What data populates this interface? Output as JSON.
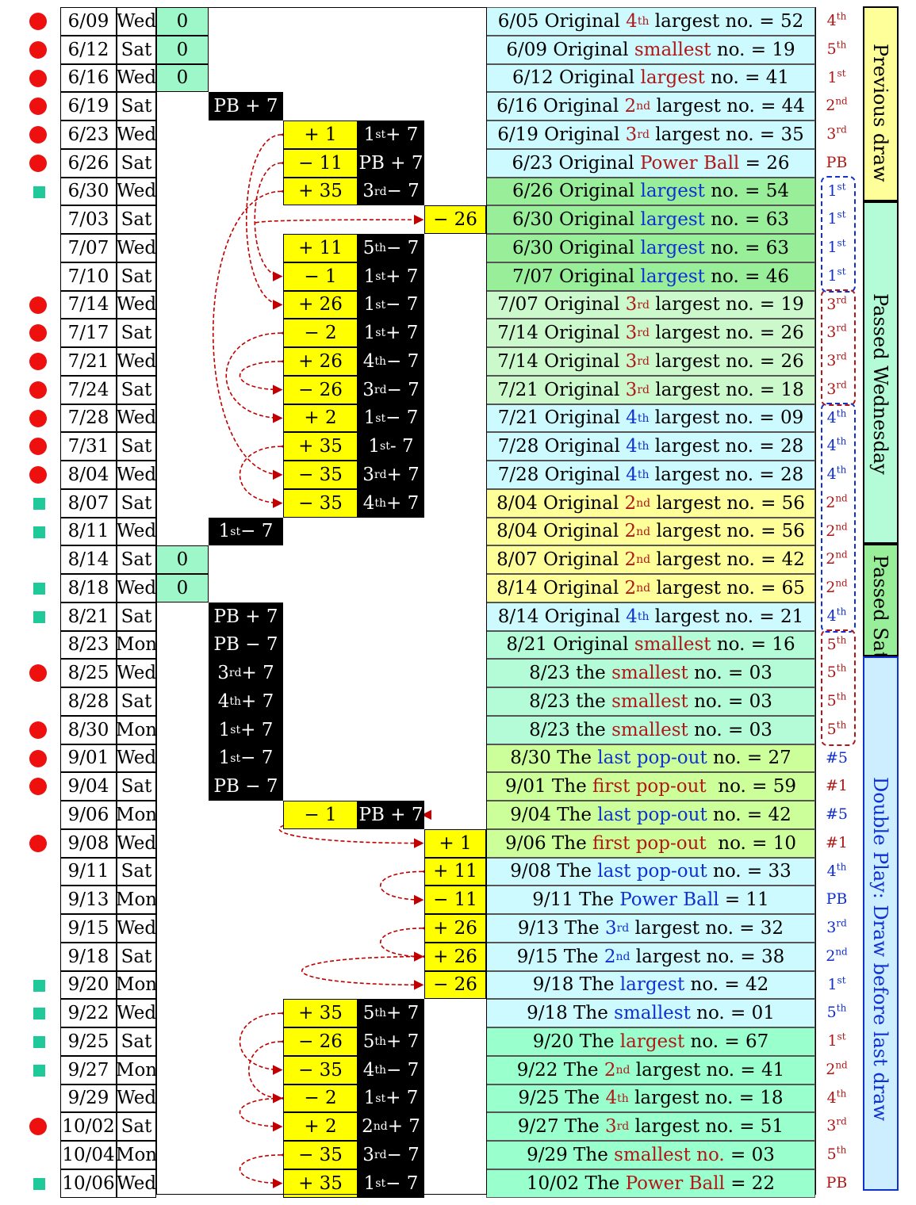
{
  "rows": [
    {
      "date": "6/09",
      "day": "Wed",
      "mark": "dot",
      "zero": "0",
      "desc": [
        {
          "t": "6/05 Original "
        },
        {
          "t": "4",
          "c": "red"
        },
        {
          "s": "th",
          "c": "red"
        },
        {
          "t": " largest no. = 52"
        }
      ],
      "bg": "#ccfaff",
      "right": {
        "t": "4",
        "s": "th",
        "c": "red"
      }
    },
    {
      "date": "6/12",
      "day": "Sat",
      "mark": "dot",
      "zero": "0",
      "desc": [
        {
          "t": "6/09 Original "
        },
        {
          "t": "smallest",
          "c": "red"
        },
        {
          "t": " no. = 19"
        }
      ],
      "bg": "#ccfaff",
      "right": {
        "t": "5",
        "s": "th",
        "c": "red"
      }
    },
    {
      "date": "6/16",
      "day": "Wed",
      "mark": "dot",
      "zero": "0",
      "desc": [
        {
          "t": "6/12 Original "
        },
        {
          "t": "largest",
          "c": "red"
        },
        {
          "t": " no. = 41"
        }
      ],
      "bg": "#ccfaff",
      "right": {
        "t": "1",
        "s": "st",
        "c": "red"
      }
    },
    {
      "date": "6/19",
      "day": "Sat",
      "mark": "dot",
      "col2": "PB + 7",
      "desc": [
        {
          "t": "6/16 Original "
        },
        {
          "t": "2",
          "c": "red"
        },
        {
          "s": "nd",
          "c": "red"
        },
        {
          "t": " largest no. = 44"
        }
      ],
      "bg": "#ccfaff",
      "right": {
        "t": "2",
        "s": "nd",
        "c": "red"
      }
    },
    {
      "date": "6/23",
      "day": "Wed",
      "mark": "dot",
      "y": "+ 1",
      "b": {
        "t": "1",
        "s": "st",
        "r": " + 7"
      },
      "desc": [
        {
          "t": "6/19 Original "
        },
        {
          "t": "3",
          "c": "red"
        },
        {
          "s": "rd",
          "c": "red"
        },
        {
          "t": " largest no. = 35"
        }
      ],
      "bg": "#ccfaff",
      "right": {
        "t": "3",
        "s": "rd",
        "c": "red"
      }
    },
    {
      "date": "6/26",
      "day": "Sat",
      "mark": "dot",
      "y": "− 11",
      "b": {
        "t": "PB + 7"
      },
      "desc": [
        {
          "t": "6/23 Original "
        },
        {
          "t": "Power Ball",
          "c": "red"
        },
        {
          "t": " = 26"
        }
      ],
      "bg": "#ccfaff",
      "right": {
        "t": "PB",
        "c": "red"
      }
    },
    {
      "date": "6/30",
      "day": "Wed",
      "mark": "sq",
      "y": "+ 35",
      "b": {
        "t": "3",
        "s": "rd",
        "r": " − 7"
      },
      "desc": [
        {
          "t": "6/26 Original "
        },
        {
          "t": "largest",
          "c": "blu"
        },
        {
          "t": " no. = 54"
        }
      ],
      "bg": "#99ee99",
      "right": {
        "t": "1",
        "s": "st",
        "c": "blu"
      }
    },
    {
      "date": "7/03",
      "day": "Sat",
      "mark": "",
      "c3": "− 26",
      "desc": [
        {
          "t": "6/30 Original "
        },
        {
          "t": "largest",
          "c": "blu"
        },
        {
          "t": " no. = 63"
        }
      ],
      "bg": "#99ee99",
      "right": {
        "t": "1",
        "s": "st",
        "c": "blu"
      }
    },
    {
      "date": "7/07",
      "day": "Wed",
      "mark": "",
      "y": "+ 11",
      "b": {
        "t": "5",
        "s": "th",
        "r": " − 7"
      },
      "desc": [
        {
          "t": "6/30 Original "
        },
        {
          "t": "largest",
          "c": "blu"
        },
        {
          "t": " no. = 63"
        }
      ],
      "bg": "#99ee99",
      "right": {
        "t": "1",
        "s": "st",
        "c": "blu"
      }
    },
    {
      "date": "7/10",
      "day": "Sat",
      "mark": "",
      "y": "− 1",
      "b": {
        "t": "1",
        "s": "st",
        "r": " + 7"
      },
      "desc": [
        {
          "t": "7/07 Original "
        },
        {
          "t": "largest",
          "c": "blu"
        },
        {
          "t": " no. = 46"
        }
      ],
      "bg": "#99ee99",
      "right": {
        "t": "1",
        "s": "st",
        "c": "blu"
      }
    },
    {
      "date": "7/14",
      "day": "Wed",
      "mark": "dot",
      "y": "+ 26",
      "b": {
        "t": "1",
        "s": "st",
        "r": " − 7"
      },
      "desc": [
        {
          "t": "7/07 Original "
        },
        {
          "t": "3",
          "c": "red"
        },
        {
          "s": "rd",
          "c": "red"
        },
        {
          "t": " largest no. = 19"
        }
      ],
      "bg": "#ccf9cc",
      "right": {
        "t": "3",
        "s": "rd",
        "c": "red"
      }
    },
    {
      "date": "7/17",
      "day": "Sat",
      "mark": "dot",
      "y": "−  2",
      "b": {
        "t": "1",
        "s": "st",
        "r": " + 7"
      },
      "desc": [
        {
          "t": "7/14 Original "
        },
        {
          "t": "3",
          "c": "red"
        },
        {
          "s": "rd",
          "c": "red"
        },
        {
          "t": " largest no. = 26"
        }
      ],
      "bg": "#ccf9cc",
      "right": {
        "t": "3",
        "s": "rd",
        "c": "red"
      }
    },
    {
      "date": "7/21",
      "day": "Wed",
      "mark": "dot",
      "y": "+ 26",
      "b": {
        "t": "4",
        "s": "th",
        "r": " − 7"
      },
      "desc": [
        {
          "t": "7/14 Original "
        },
        {
          "t": "3",
          "c": "red"
        },
        {
          "s": "rd",
          "c": "red"
        },
        {
          "t": " largest no. = 26"
        }
      ],
      "bg": "#ccf9cc",
      "right": {
        "t": "3",
        "s": "rd",
        "c": "red"
      }
    },
    {
      "date": "7/24",
      "day": "Sat",
      "mark": "dot",
      "y": "− 26",
      "b": {
        "t": "3",
        "s": "rd",
        "r": " − 7"
      },
      "desc": [
        {
          "t": "7/21 Original "
        },
        {
          "t": "3",
          "c": "red"
        },
        {
          "s": "rd",
          "c": "red"
        },
        {
          "t": " largest no. = 18"
        }
      ],
      "bg": "#ccf9cc",
      "right": {
        "t": "3",
        "s": "rd",
        "c": "red"
      }
    },
    {
      "date": "7/28",
      "day": "Wed",
      "mark": "dot",
      "y": "+ 2",
      "b": {
        "t": "1",
        "s": "st",
        "r": " − 7"
      },
      "desc": [
        {
          "t": "7/21 Original "
        },
        {
          "t": "4",
          "c": "blu"
        },
        {
          "s": "th",
          "c": "blu"
        },
        {
          "t": " largest no. = 09"
        }
      ],
      "bg": "#ccfaff",
      "right": {
        "t": "4",
        "s": "th",
        "c": "blu"
      }
    },
    {
      "date": "7/31",
      "day": "Sat",
      "mark": "dot",
      "y": "+ 35",
      "b": {
        "t": "1",
        "s": "st",
        "r": " - 7"
      },
      "desc": [
        {
          "t": "7/28 Original "
        },
        {
          "t": "4",
          "c": "blu"
        },
        {
          "s": "th",
          "c": "blu"
        },
        {
          "t": " largest no. = 28"
        }
      ],
      "bg": "#ccfaff",
      "right": {
        "t": "4",
        "s": "th",
        "c": "blu"
      }
    },
    {
      "date": "8/04",
      "day": "Wed",
      "mark": "dot",
      "y": "− 35",
      "b": {
        "t": "3",
        "s": "rd",
        "r": " + 7"
      },
      "desc": [
        {
          "t": "7/28 Original "
        },
        {
          "t": "4",
          "c": "blu"
        },
        {
          "s": "th",
          "c": "blu"
        },
        {
          "t": " largest no. = 28"
        }
      ],
      "bg": "#ccfaff",
      "right": {
        "t": "4",
        "s": "th",
        "c": "blu"
      }
    },
    {
      "date": "8/07",
      "day": "Sat",
      "mark": "sq",
      "y": "− 35",
      "b": {
        "t": "4",
        "s": "th",
        "r": " + 7"
      },
      "desc": [
        {
          "t": "8/04 Original "
        },
        {
          "t": "2",
          "c": "red"
        },
        {
          "s": "nd",
          "c": "red"
        },
        {
          "t": " largest no. = 56"
        }
      ],
      "bg": "#ffff99",
      "right": {
        "t": "2",
        "s": "nd",
        "c": "red"
      }
    },
    {
      "date": "8/11",
      "day": "Wed",
      "mark": "sq",
      "col2b": {
        "t": "1",
        "s": "st",
        "r": " − 7"
      },
      "desc": [
        {
          "t": "8/04 Original "
        },
        {
          "t": "2",
          "c": "red"
        },
        {
          "s": "nd",
          "c": "red"
        },
        {
          "t": " largest no. = 56"
        }
      ],
      "bg": "#ffff99",
      "right": {
        "t": "2",
        "s": "nd",
        "c": "red"
      }
    },
    {
      "date": "8/14",
      "day": "Sat",
      "mark": "",
      "zero": "0",
      "desc": [
        {
          "t": "8/07 Original "
        },
        {
          "t": "2",
          "c": "red"
        },
        {
          "s": "nd",
          "c": "red"
        },
        {
          "t": " largest no. = 42"
        }
      ],
      "bg": "#ffff99",
      "right": {
        "t": "2",
        "s": "nd",
        "c": "red"
      }
    },
    {
      "date": "8/18",
      "day": "Wed",
      "mark": "sq",
      "zero": "0",
      "desc": [
        {
          "t": "8/14 Original "
        },
        {
          "t": "2",
          "c": "red"
        },
        {
          "s": "nd",
          "c": "red"
        },
        {
          "t": " largest no. = 65"
        }
      ],
      "bg": "#ffff99",
      "right": {
        "t": "2",
        "s": "nd",
        "c": "red"
      }
    },
    {
      "date": "8/21",
      "day": "Sat",
      "mark": "sq",
      "col2": "PB + 7",
      "desc": [
        {
          "t": "8/14 Original "
        },
        {
          "t": "4",
          "c": "blu"
        },
        {
          "s": "th",
          "c": "blu"
        },
        {
          "t": " largest no. = 21"
        }
      ],
      "bg": "#ccfaff",
      "right": {
        "t": "4",
        "s": "th",
        "c": "blu"
      }
    },
    {
      "date": "8/23",
      "day": "Mon",
      "mark": "",
      "col2": "PB − 7",
      "desc": [
        {
          "t": "8/21 Original "
        },
        {
          "t": "smallest",
          "c": "red"
        },
        {
          "t": " no. = 16"
        }
      ],
      "bg": "#b4fcd7",
      "right": {
        "t": "5",
        "s": "th",
        "c": "red"
      }
    },
    {
      "date": "8/25",
      "day": "Wed",
      "mark": "dot",
      "col2b": {
        "t": "3",
        "s": "rd",
        "r": " + 7"
      },
      "desc": [
        {
          "t": "8/23 the "
        },
        {
          "t": "smallest",
          "c": "red"
        },
        {
          "t": " no. = 03"
        }
      ],
      "bg": "#b4fcd7",
      "right": {
        "t": "5",
        "s": "th",
        "c": "red"
      }
    },
    {
      "date": "8/28",
      "day": "Sat",
      "mark": "",
      "col2b": {
        "t": "4",
        "s": "th",
        "r": " + 7"
      },
      "desc": [
        {
          "t": "8/23 the "
        },
        {
          "t": "smallest",
          "c": "red"
        },
        {
          "t": " no. = 03"
        }
      ],
      "bg": "#b4fcd7",
      "right": {
        "t": "5",
        "s": "th",
        "c": "red"
      }
    },
    {
      "date": "8/30",
      "day": "Mon",
      "mark": "dot",
      "col2b": {
        "t": "1",
        "s": "st",
        "r": " + 7"
      },
      "desc": [
        {
          "t": "8/23 the "
        },
        {
          "t": "smallest",
          "c": "red"
        },
        {
          "t": " no. = 03"
        }
      ],
      "bg": "#b4fcd7",
      "right": {
        "t": "5",
        "s": "th",
        "c": "red"
      }
    },
    {
      "date": "9/01",
      "day": "Wed",
      "mark": "dot",
      "col2b": {
        "t": "1",
        "s": "st",
        "r": " − 7"
      },
      "desc": [
        {
          "t": "8/30 The "
        },
        {
          "t": "last pop-out",
          "c": "blu"
        },
        {
          "t": " no. = 27"
        }
      ],
      "bg": "#ccff99",
      "right": {
        "t": "#5",
        "c": "blu"
      }
    },
    {
      "date": "9/04",
      "day": "Sat",
      "mark": "dot",
      "col2": "PB − 7",
      "desc": [
        {
          "t": "9/01 The "
        },
        {
          "t": "first pop-out",
          "c": "red"
        },
        {
          "t": "  no. = 59"
        }
      ],
      "bg": "#ccff99",
      "right": {
        "t": "#1",
        "c": "red"
      }
    },
    {
      "date": "9/06",
      "day": "Mon",
      "mark": "",
      "y": "− 1",
      "b": {
        "t": "PB + 7"
      },
      "desc": [
        {
          "t": "9/04 The "
        },
        {
          "t": "last pop-out",
          "c": "blu"
        },
        {
          "t": " no. = 42"
        }
      ],
      "bg": "#ccff99",
      "right": {
        "t": "#5",
        "c": "blu"
      }
    },
    {
      "date": "9/08",
      "day": "Wed",
      "mark": "dot",
      "c3": "+ 1",
      "desc": [
        {
          "t": "9/06 The "
        },
        {
          "t": "first pop-out",
          "c": "red"
        },
        {
          "t": "  no. = 10"
        }
      ],
      "bg": "#ccff99",
      "right": {
        "t": "#1",
        "c": "red"
      }
    },
    {
      "date": "9/11",
      "day": "Sat",
      "mark": "",
      "c3": "+ 11",
      "desc": [
        {
          "t": "9/08 The "
        },
        {
          "t": "last pop-out",
          "c": "blu"
        },
        {
          "t": " no. = 33"
        }
      ],
      "bg": "#ccfaff",
      "right": {
        "t": "4",
        "s": "th",
        "c": "blu"
      }
    },
    {
      "date": "9/13",
      "day": "Mon",
      "mark": "",
      "c3": "− 11",
      "desc": [
        {
          "t": "9/11 The "
        },
        {
          "t": "Power Ball",
          "c": "blu"
        },
        {
          "t": " = 11"
        }
      ],
      "bg": "#ccfaff",
      "right": {
        "t": "PB",
        "c": "blu"
      }
    },
    {
      "date": "9/15",
      "day": "Wed",
      "mark": "",
      "c3": "+ 26",
      "desc": [
        {
          "t": "9/13 The "
        },
        {
          "t": "3",
          "c": "blu"
        },
        {
          "s": "rd",
          "c": "blu"
        },
        {
          "t": " largest no. = 32"
        }
      ],
      "bg": "#ccfaff",
      "right": {
        "t": "3",
        "s": "rd",
        "c": "blu"
      }
    },
    {
      "date": "9/18",
      "day": "Sat",
      "mark": "",
      "c3": "+ 26",
      "desc": [
        {
          "t": "9/15 The "
        },
        {
          "t": "2",
          "c": "blu"
        },
        {
          "s": "nd",
          "c": "blu"
        },
        {
          "t": " largest no. = 38"
        }
      ],
      "bg": "#ccfaff",
      "right": {
        "t": "2",
        "s": "nd",
        "c": "blu"
      }
    },
    {
      "date": "9/20",
      "day": "Mon",
      "mark": "sq",
      "c3": "− 26",
      "desc": [
        {
          "t": "9/18 The "
        },
        {
          "t": "largest",
          "c": "blu"
        },
        {
          "t": " no. = 42"
        }
      ],
      "bg": "#ccfaff",
      "right": {
        "t": "1",
        "s": "st",
        "c": "blu"
      }
    },
    {
      "date": "9/22",
      "day": "Wed",
      "mark": "sq",
      "y": "+ 35",
      "b": {
        "t": "5",
        "s": "th",
        "r": " + 7"
      },
      "desc": [
        {
          "t": "9/18 The "
        },
        {
          "t": "smallest",
          "c": "blu"
        },
        {
          "t": " no. = 01"
        }
      ],
      "bg": "#ccfaff",
      "right": {
        "t": "5",
        "s": "th",
        "c": "blu"
      }
    },
    {
      "date": "9/25",
      "day": "Sat",
      "mark": "sq",
      "y": "− 26",
      "b": {
        "t": "5",
        "s": "th",
        "r": " + 7"
      },
      "desc": [
        {
          "t": "9/20 The "
        },
        {
          "t": "largest",
          "c": "red"
        },
        {
          "t": " no. = 67"
        }
      ],
      "bg": "#99ffcc",
      "right": {
        "t": "1",
        "s": "st",
        "c": "red"
      }
    },
    {
      "date": "9/27",
      "day": "Mon",
      "mark": "sq",
      "y": "− 35",
      "b": {
        "t": "4",
        "s": "th",
        "r": " − 7"
      },
      "desc": [
        {
          "t": "9/22 The "
        },
        {
          "t": "2",
          "c": "red"
        },
        {
          "s": "nd",
          "c": "red"
        },
        {
          "t": " largest no. = 41"
        }
      ],
      "bg": "#99ffcc",
      "right": {
        "t": "2",
        "s": "nd",
        "c": "red"
      }
    },
    {
      "date": "9/29",
      "day": "Wed",
      "mark": "",
      "y": "− 2",
      "b": {
        "t": "1",
        "s": "st",
        "r": " + 7"
      },
      "desc": [
        {
          "t": "9/25 The "
        },
        {
          "t": "4",
          "c": "red"
        },
        {
          "s": "th",
          "c": "red"
        },
        {
          "t": " largest no. = 18"
        }
      ],
      "bg": "#99ffcc",
      "right": {
        "t": "4",
        "s": "th",
        "c": "red"
      }
    },
    {
      "date": "10/02",
      "day": "Sat",
      "mark": "dot",
      "y": "+ 2",
      "b": {
        "t": "2",
        "s": "nd",
        "r": " + 7"
      },
      "desc": [
        {
          "t": "9/27 The "
        },
        {
          "t": "3",
          "c": "red"
        },
        {
          "s": "rd",
          "c": "red"
        },
        {
          "t": " largest no. = 51"
        }
      ],
      "bg": "#99ffcc",
      "right": {
        "t": "3",
        "s": "rd",
        "c": "red"
      }
    },
    {
      "date": "10/04",
      "day": "Mon",
      "mark": "",
      "y": "− 35",
      "b": {
        "t": "3",
        "s": "rd",
        "r": " − 7"
      },
      "desc": [
        {
          "t": "9/29 The "
        },
        {
          "t": "smallest no.",
          "c": "red"
        },
        {
          "t": " = 03"
        }
      ],
      "bg": "#99ffcc",
      "right": {
        "t": "5",
        "s": "th",
        "c": "red"
      }
    },
    {
      "date": "10/06",
      "day": "Wed",
      "mark": "sq",
      "y": "+ 35",
      "b": {
        "t": "1",
        "s": "st",
        "r": " − 7"
      },
      "desc": [
        {
          "t": "10/02 The "
        },
        {
          "t": "Power Ball",
          "c": "red"
        },
        {
          "t": " = 22"
        }
      ],
      "bg": "#99ffcc",
      "right": {
        "t": "PB",
        "c": "red"
      }
    }
  ],
  "side_labels": {
    "previous": "Previous draw",
    "passed_wed": "Passed Wednesday",
    "passed_sat": "Passed Sat",
    "double_play": "Double Play: Draw before last draw"
  },
  "colors": {
    "red_dot": "#ee0f0f",
    "green_square": "#1fc99a",
    "yellow": "#ffff00",
    "black": "#000000",
    "arrow": "#c00000"
  }
}
